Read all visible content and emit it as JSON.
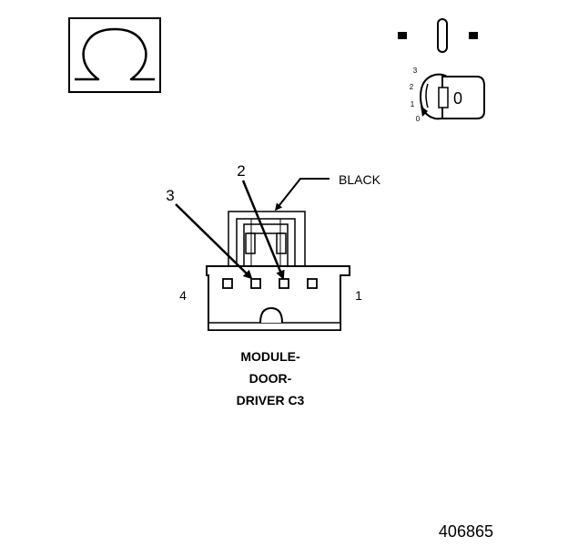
{
  "meter": {
    "symbol": "Ω",
    "switch_positions": [
      "3",
      "2",
      "1",
      "0"
    ],
    "knob_label": "0"
  },
  "connector": {
    "wire_color_label": "BLACK",
    "pin_callouts": [
      "3",
      "2"
    ],
    "end_labels": {
      "left": "4",
      "right": "1"
    },
    "caption_lines": [
      "MODULE-",
      "DOOR-",
      "DRIVER C3"
    ]
  },
  "figure_number": "406865"
}
